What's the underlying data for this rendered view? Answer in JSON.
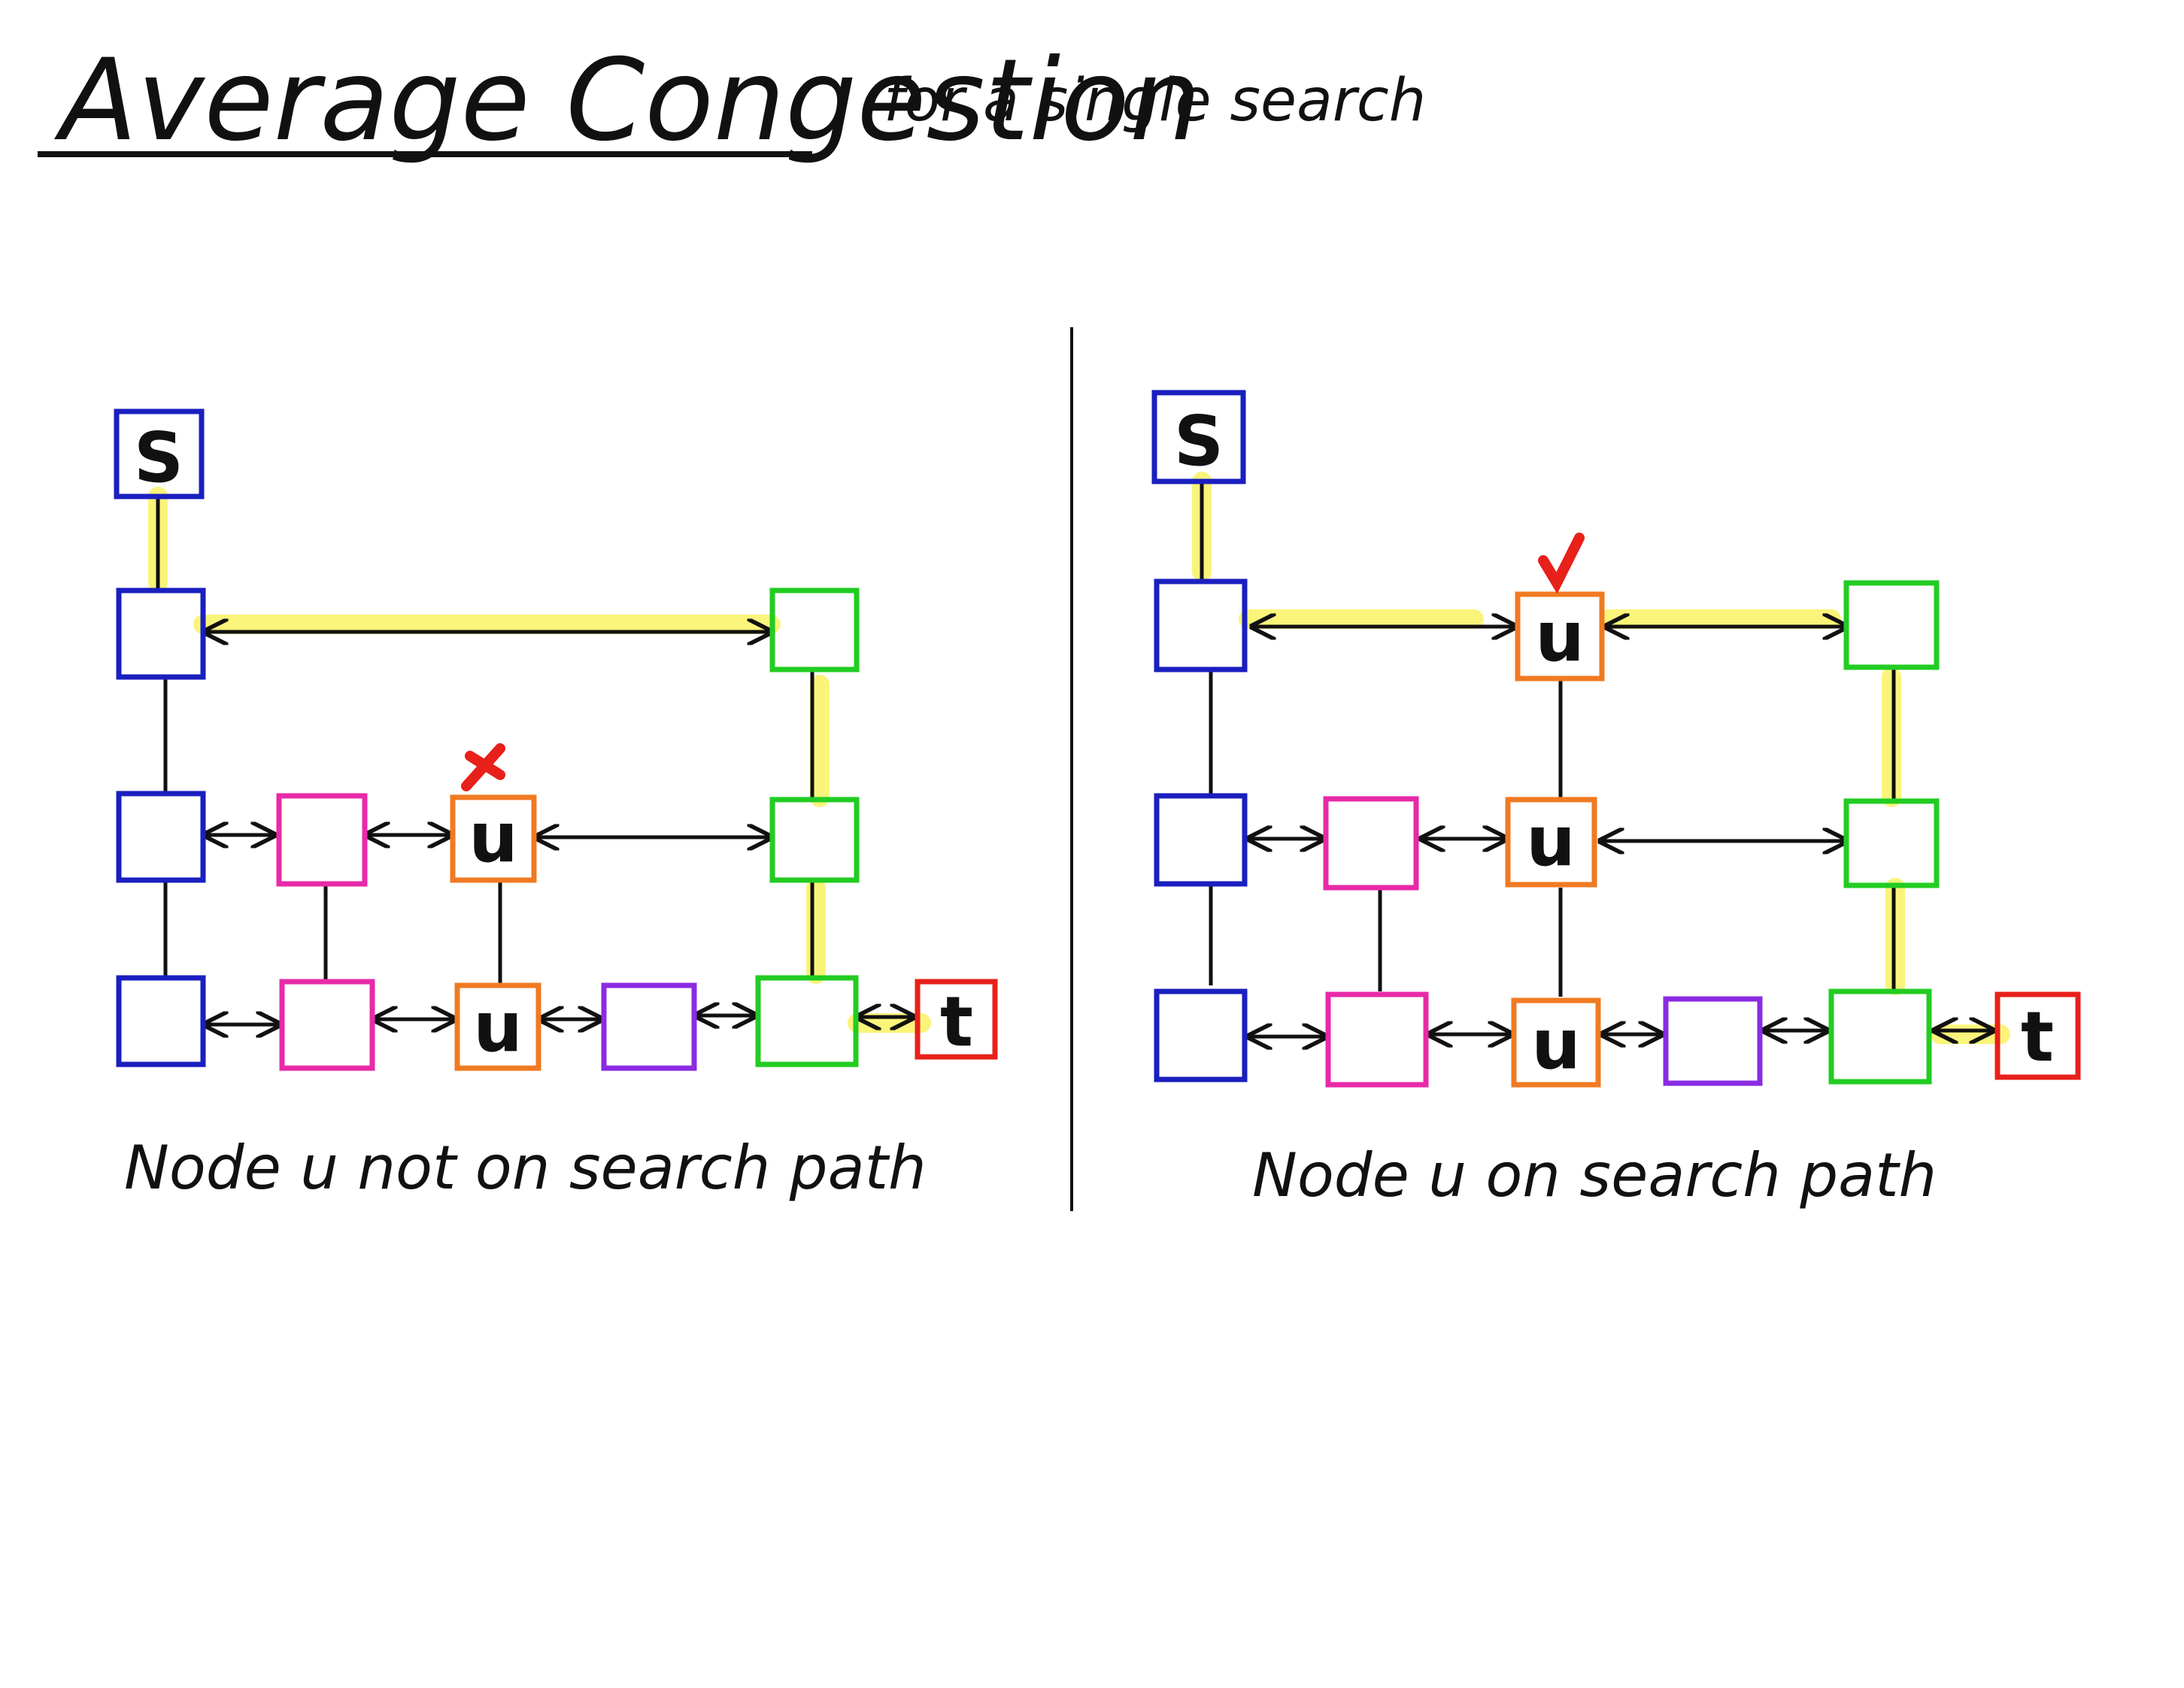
{
  "title": "Average Congestion",
  "subtitle": "for a single search",
  "left_panel": {
    "caption": "Node u not on search path",
    "source_label": "S",
    "target_label": "t",
    "u_label": "u",
    "u_mark": "cross"
  },
  "right_panel": {
    "caption": "Node u on search path",
    "source_label": "S",
    "target_label": "t",
    "u_label": "u",
    "u_mark": "check"
  },
  "colors": {
    "blue": "#1a1fbf",
    "magenta": "#e82aa8",
    "orange": "#f07a22",
    "purple": "#8a2be2",
    "green": "#22cc22",
    "red": "#e8201a",
    "highlight": "#fbf47a"
  }
}
